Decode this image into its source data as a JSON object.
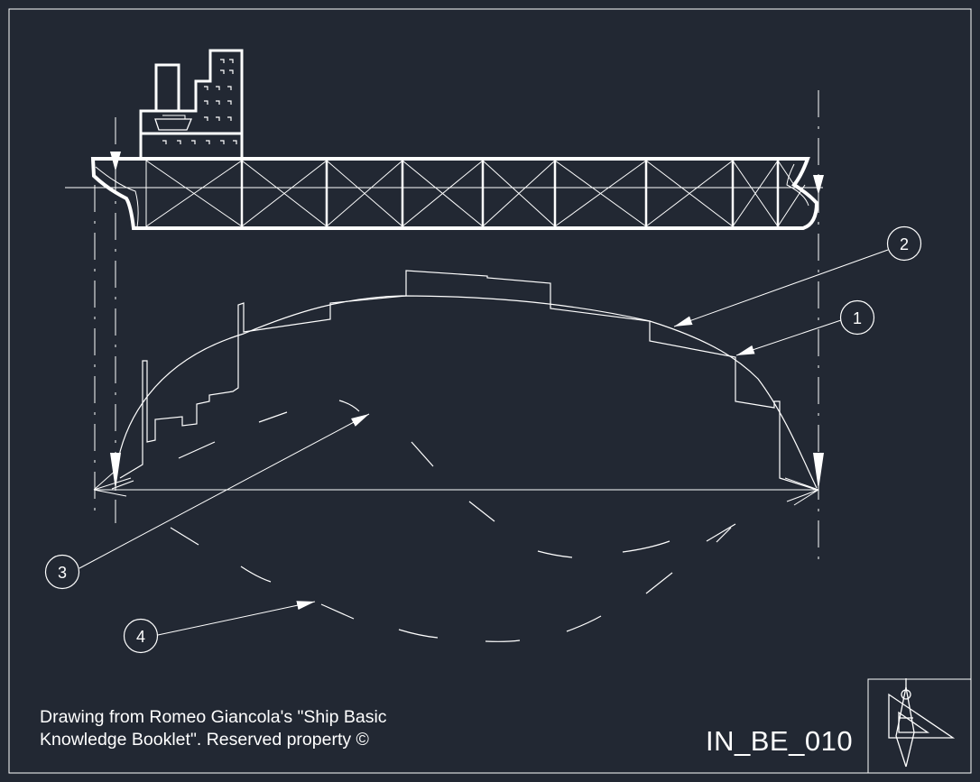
{
  "caption": {
    "line1": "Drawing from Romeo Giancola's \"Ship Basic",
    "line2": "Knowledge Booklet\". Reserved property ©"
  },
  "drawing_code": "IN_BE_010",
  "callouts": [
    {
      "label": "1"
    },
    {
      "label": "2"
    },
    {
      "label": "3"
    },
    {
      "label": "4"
    }
  ],
  "colors": {
    "background": "#222833",
    "line": "#ffffff"
  },
  "logo": "compass-and-set-square-icon"
}
